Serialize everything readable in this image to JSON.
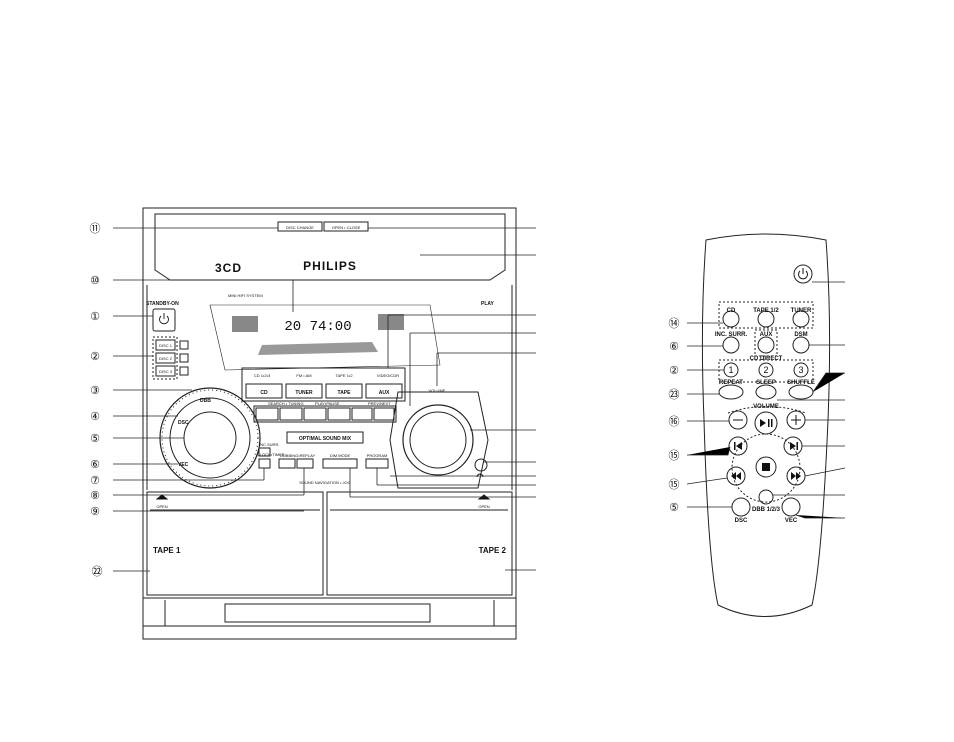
{
  "unit": {
    "top_buttons": [
      "DISC CHANGE",
      "OPEN • CLOSE"
    ],
    "brand": "PHILIPS",
    "cd_logo": "3CD",
    "mini_system": "MINI HIFI SYSTEM",
    "standby": "STANDBY-ON",
    "play_badge": "PLAY",
    "disc_buttons": [
      "DISC 1",
      "DISC 2",
      "DISC 3"
    ],
    "display_digits": "20 74:00",
    "source_header": [
      "CD 1•2•3",
      "FM • AM",
      "TAPE 1•2",
      "VIDEO/CDR"
    ],
    "source_buttons": [
      "CD",
      "TUNER",
      "TAPE",
      "AUX"
    ],
    "volume": "VOLUME",
    "transport_labels": [
      "SEARCH • TUNING",
      "PLAY•PAUSE",
      "PREV/NEXT"
    ],
    "knob_ring": [
      "DSC",
      "DBB",
      "VEC"
    ],
    "incredible": "INC.SURR.",
    "optimal": "OPTIMAL SOUND MIX",
    "clock": "CLOCK•TIMER",
    "dubbing": "DUBBING•REPLAY",
    "dim": "DIM MODE",
    "program": "PROGRAM",
    "sound_nav": "SOUND NAVIGATION • JOG",
    "open": "OPEN",
    "tape1": "TAPE 1",
    "tape2": "TAPE 2"
  },
  "left_callouts": [
    "⑪",
    "⑩",
    "①",
    "②",
    "③",
    "④",
    "⑤",
    "⑥",
    "⑦",
    "⑧",
    "⑨",
    "㉒"
  ],
  "remote": {
    "top_row": [
      "CD",
      "TAPE 1/2",
      "TUNER"
    ],
    "mid_row": [
      "INC. SURR.",
      "AUX",
      "DSM"
    ],
    "cd_direct": "CD DIRECT",
    "digits": [
      "1",
      "2",
      "3"
    ],
    "repeat": "REPEAT",
    "sleep": "SLEEP",
    "shuffle": "SHUFFLE",
    "volume": "VOLUME",
    "dbb": "DBB 1/2/3",
    "dsc": "DSC",
    "vec": "VEC",
    "callouts": [
      "⑭",
      "⑥",
      "②",
      "㉓",
      "⑯",
      "⑮",
      "⑮",
      "⑤"
    ]
  }
}
